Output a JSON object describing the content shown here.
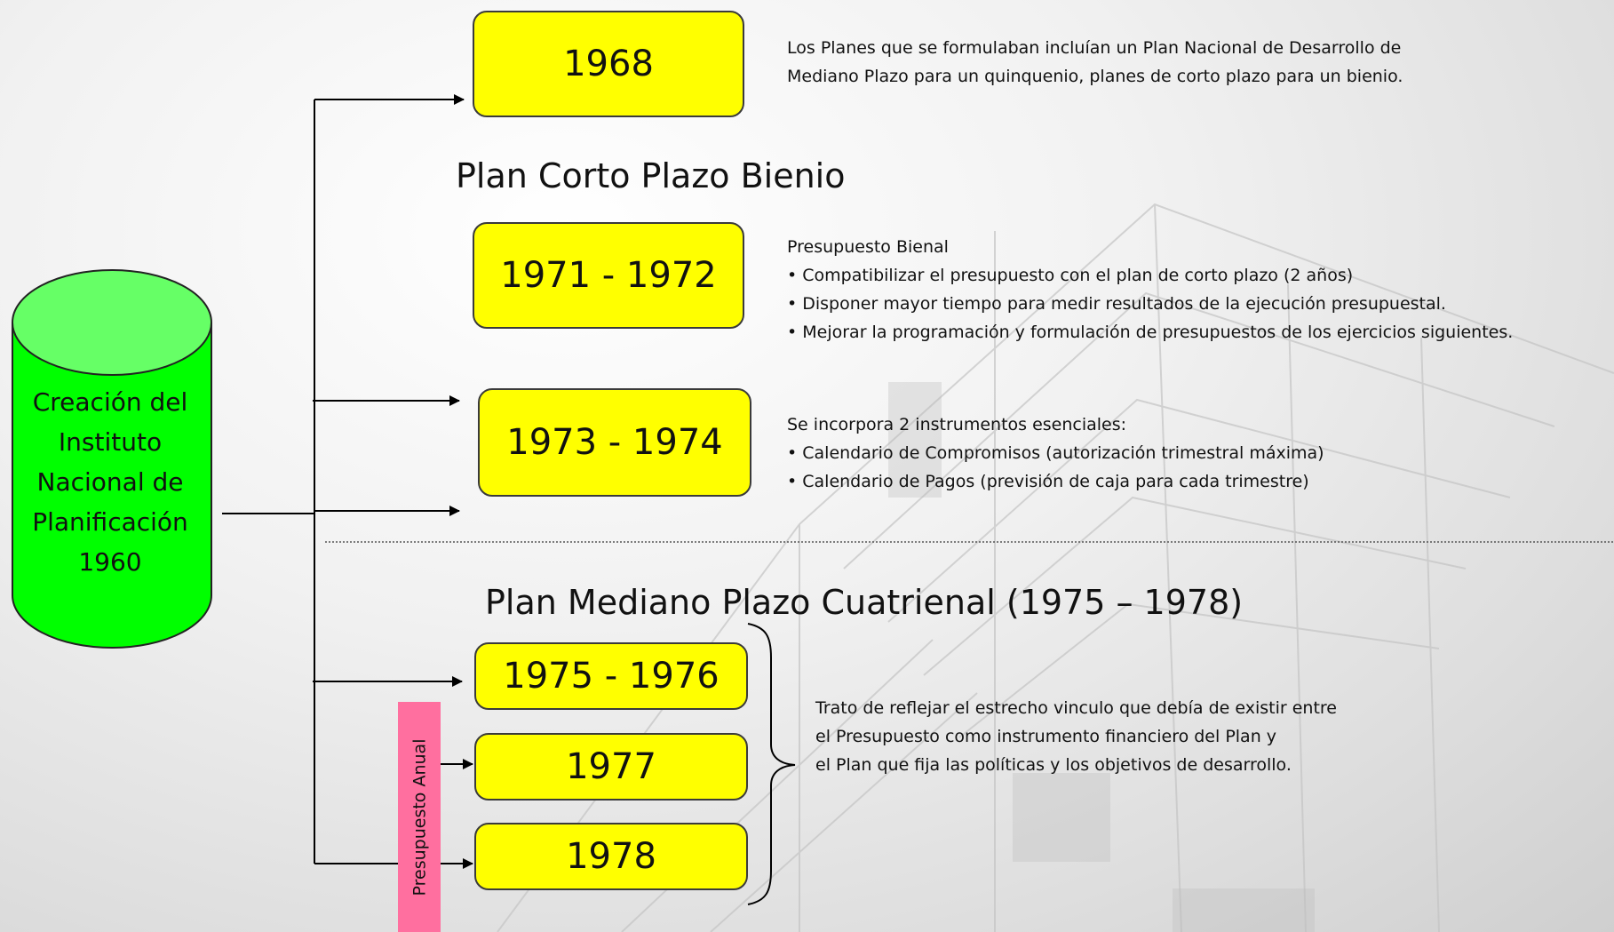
{
  "source": {
    "lines": [
      "Creación del",
      "Instituto",
      "Nacional de",
      "Planificación",
      "1960"
    ]
  },
  "headings": {
    "short_term": "Plan Corto Plazo Bienio",
    "medium_term": "Plan Mediano Plazo Cuatrienal (1975 – 1978)"
  },
  "boxes": {
    "y1968": "1968",
    "y1971": "1971 - 1972",
    "y1973": "1973 - 1974",
    "y1975": "1975 - 1976",
    "y1977": "1977",
    "y1978": "1978"
  },
  "notes": {
    "n1968": {
      "lines": [
        "Los Planes que se formulaban incluían un Plan Nacional de Desarrollo de",
        "Mediano Plazo para un quinquenio, planes de corto plazo para un bienio."
      ]
    },
    "n1971": {
      "intro": "Presupuesto Bienal",
      "bullets": [
        "Compatibilizar el presupuesto con el plan de corto plazo (2 años)",
        "Disponer mayor tiempo para medir resultados de la ejecución presupuestal.",
        "Mejorar la programación y formulación de presupuestos de los ejercicios siguientes."
      ]
    },
    "n1973": {
      "intro": "Se incorpora 2 instrumentos esenciales:",
      "bullets": [
        "Calendario de Compromisos (autorización trimestral máxima)",
        "Calendario de Pagos (previsión de caja para cada trimestre)"
      ]
    },
    "n1975": {
      "lines": [
        "Trato de reflejar el estrecho vinculo que debía de existir entre",
        "el Presupuesto como instrumento financiero del Plan y",
        "el Plan que fija las políticas y los objetivos de desarrollo."
      ]
    }
  },
  "annual_tag": "Presupuesto Anual",
  "colors": {
    "cylinder_fill": "#00ff00",
    "cylinder_top": "#66ff66",
    "year_box_fill": "#ffff00",
    "annual_tag_fill": "#ff6f9f"
  }
}
